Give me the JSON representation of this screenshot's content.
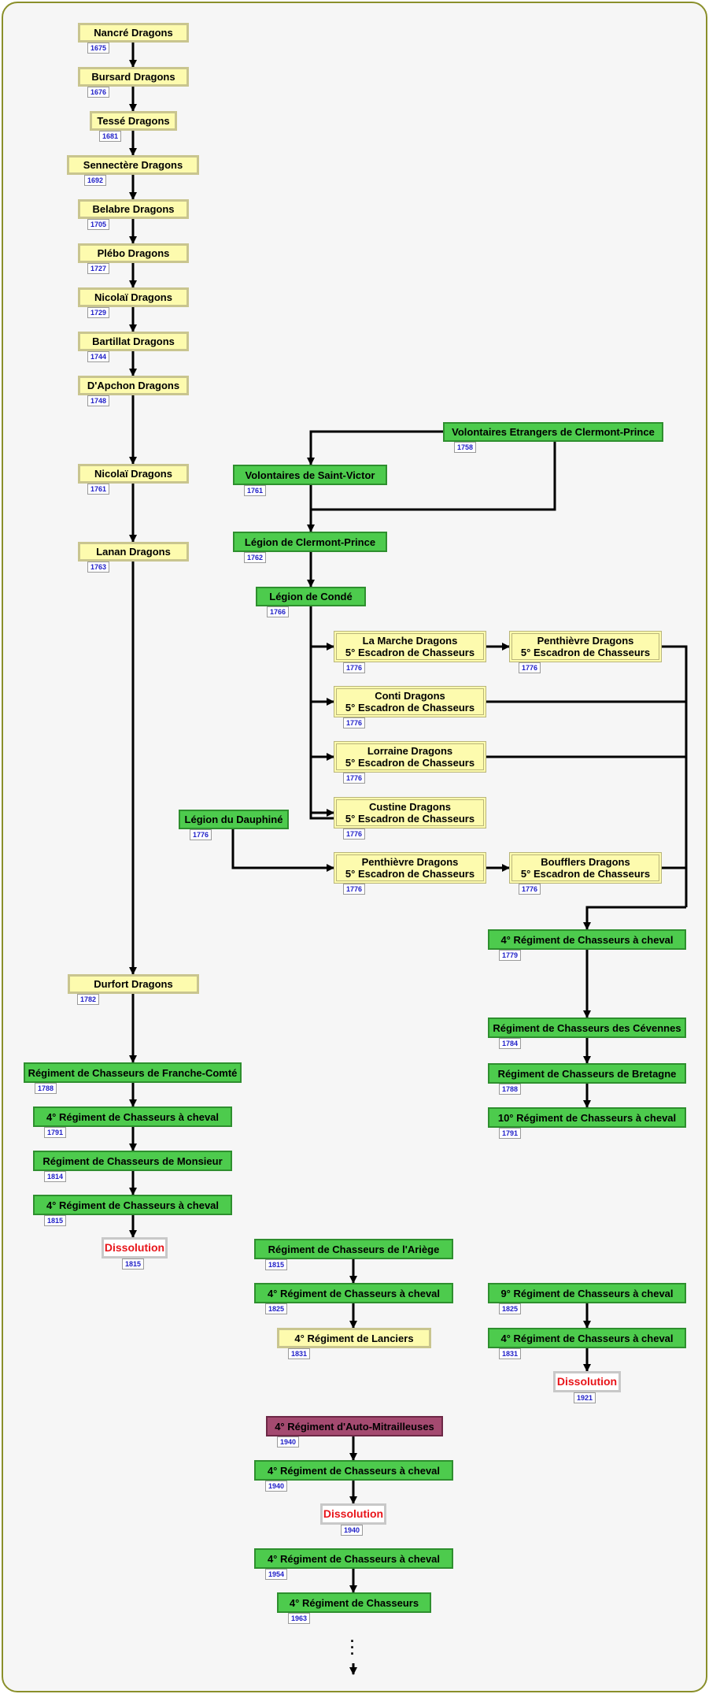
{
  "nodes": [
    {
      "label": "Nancré Dragons",
      "year": "1675"
    },
    {
      "label": "Bursard Dragons",
      "year": "1676"
    },
    {
      "label": "Tessé Dragons",
      "year": "1681"
    },
    {
      "label": "Sennectère Dragons",
      "year": "1692"
    },
    {
      "label": "Belabre Dragons",
      "year": "1705"
    },
    {
      "label": "Plébo Dragons",
      "year": "1727"
    },
    {
      "label": "Nicolaï Dragons",
      "year": "1729"
    },
    {
      "label": "Bartillat Dragons",
      "year": "1744"
    },
    {
      "label": "D'Apchon Dragons",
      "year": "1748"
    },
    {
      "label": "Nicolaï Dragons",
      "year": "1761"
    },
    {
      "label": "Lanan Dragons",
      "year": "1763"
    },
    {
      "label": "Volontaires Etrangers de Clermont-Prince",
      "year": "1758"
    },
    {
      "label": "Volontaires de Saint-Victor",
      "year": "1761"
    },
    {
      "label": "Légion de Clermont-Prince",
      "year": "1762"
    },
    {
      "label": "Légion de Condé",
      "year": "1766"
    },
    {
      "label": "La Marche Dragons",
      "label2": "5° Escadron de Chasseurs",
      "year": "1776"
    },
    {
      "label": "Penthièvre Dragons",
      "label2": "5° Escadron de Chasseurs",
      "year": "1776"
    },
    {
      "label": "Conti Dragons",
      "label2": "5° Escadron de Chasseurs",
      "year": "1776"
    },
    {
      "label": "Lorraine Dragons",
      "label2": "5° Escadron de Chasseurs",
      "year": "1776"
    },
    {
      "label": "Légion du Dauphiné",
      "year": "1776"
    },
    {
      "label": "Custine Dragons",
      "label2": "5° Escadron de Chasseurs",
      "year": "1776"
    },
    {
      "label": "Penthièvre Dragons",
      "label2": "5° Escadron de Chasseurs",
      "year": "1776"
    },
    {
      "label": "Boufflers Dragons",
      "label2": "5° Escadron de Chasseurs",
      "year": "1776"
    },
    {
      "label": "4° Régiment de Chasseurs à cheval",
      "year": "1779"
    },
    {
      "label": "Durfort Dragons",
      "year": "1782"
    },
    {
      "label": "Régiment de Chasseurs des Cévennes",
      "year": "1784"
    },
    {
      "label": "Régiment de Chasseurs de Franche-Comté",
      "year": "1788"
    },
    {
      "label": "Régiment de Chasseurs de Bretagne",
      "year": "1788"
    },
    {
      "label": "4° Régiment de Chasseurs à cheval",
      "year": "1791"
    },
    {
      "label": "10° Régiment de Chasseurs à cheval",
      "year": "1791"
    },
    {
      "label": "Régiment de Chasseurs de Monsieur",
      "year": "1814"
    },
    {
      "label": "4° Régiment de Chasseurs à cheval",
      "year": "1815"
    },
    {
      "label": "Dissolution",
      "year": "1815"
    },
    {
      "label": "Régiment de Chasseurs de l'Ariège",
      "year": "1815"
    },
    {
      "label": "4° Régiment de Chasseurs à cheval",
      "year": "1825"
    },
    {
      "label": "9° Régiment de Chasseurs à cheval",
      "year": "1825"
    },
    {
      "label": "4° Régiment de Lanciers",
      "year": "1831"
    },
    {
      "label": "4° Régiment de Chasseurs à cheval",
      "year": "1831"
    },
    {
      "label": "Dissolution",
      "year": "1921"
    },
    {
      "label": "4° Régiment d'Auto-Mitrailleuses",
      "year": "1940"
    },
    {
      "label": "4° Régiment de Chasseurs à cheval",
      "year": "1940"
    },
    {
      "label": "Dissolution",
      "year": "1940"
    },
    {
      "label": "4° Régiment de Chasseurs à cheval",
      "year": "1954"
    },
    {
      "label": "4° Régiment de Chasseurs",
      "year": "1963"
    }
  ],
  "colors": {
    "yellow_fill": "#fdfbae",
    "green_fill": "#4dcb4d",
    "purple_fill": "#a44a70",
    "dissolution_text": "#e8141a",
    "year_text": "#2020c8",
    "frame_border": "#8a8f2a"
  }
}
